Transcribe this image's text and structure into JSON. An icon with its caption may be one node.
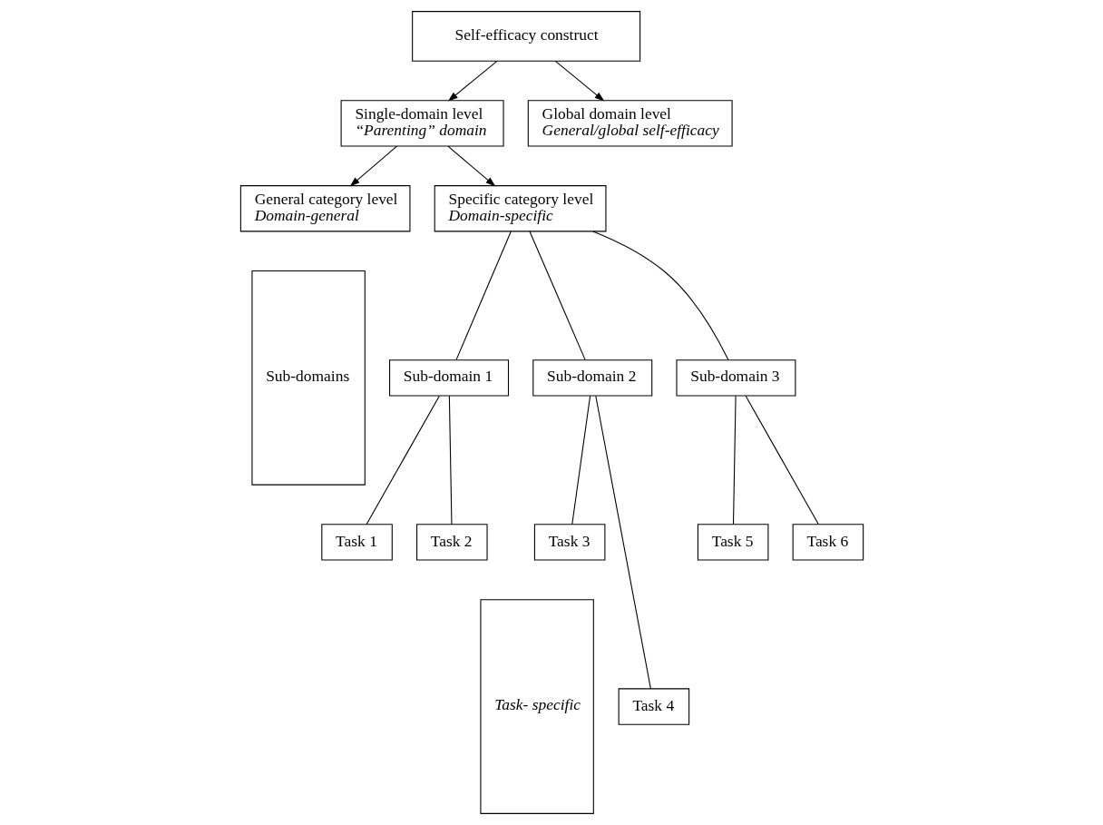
{
  "diagram": {
    "nodes": [
      {
        "text": [
          "Self-efficacy construct"
        ]
      },
      {
        "text": [
          "Single-domain level",
          "“Parenting” domain"
        ]
      },
      {
        "text": [
          "Global domain level",
          "General/global self-efficacy"
        ]
      },
      {
        "text": [
          "General category level",
          "Domain-general"
        ]
      },
      {
        "text": [
          "Specific category level",
          "Domain-specific"
        ]
      },
      {
        "text": [
          "Sub-domains"
        ]
      },
      {
        "text": [
          "Sub-domain 1"
        ]
      },
      {
        "text": [
          "Sub-domain 2"
        ]
      },
      {
        "text": [
          "Sub-domain 3"
        ]
      },
      {
        "text": [
          "Task 1"
        ]
      },
      {
        "text": [
          "Task 2"
        ]
      },
      {
        "text": [
          "Task 3"
        ]
      },
      {
        "text": [
          "Task 4"
        ]
      },
      {
        "text": [
          "Task 5"
        ]
      },
      {
        "text": [
          "Task 6"
        ]
      },
      {
        "text": [
          "Task- specific"
        ]
      }
    ],
    "edges": [
      {
        "from": 0,
        "to": 1,
        "arrow": "to"
      },
      {
        "from": 0,
        "to": 2,
        "arrow": "to"
      },
      {
        "from": 1,
        "to": 3,
        "arrow": "to"
      },
      {
        "from": 1,
        "to": 4,
        "arrow": "to"
      },
      {
        "from": 4,
        "to": 6,
        "arrow": "none"
      },
      {
        "from": 4,
        "to": 7,
        "arrow": "none"
      },
      {
        "from": 4,
        "to": 8,
        "arrow": "none"
      },
      {
        "from": 6,
        "to": 9,
        "arrow": "none"
      },
      {
        "from": 6,
        "to": 10,
        "arrow": "none"
      },
      {
        "from": 7,
        "to": 11,
        "arrow": "none"
      },
      {
        "from": 7,
        "to": 12,
        "arrow": "none"
      },
      {
        "from": 8,
        "to": 13,
        "arrow": "none"
      },
      {
        "from": 8,
        "to": 14,
        "arrow": "none"
      }
    ]
  }
}
